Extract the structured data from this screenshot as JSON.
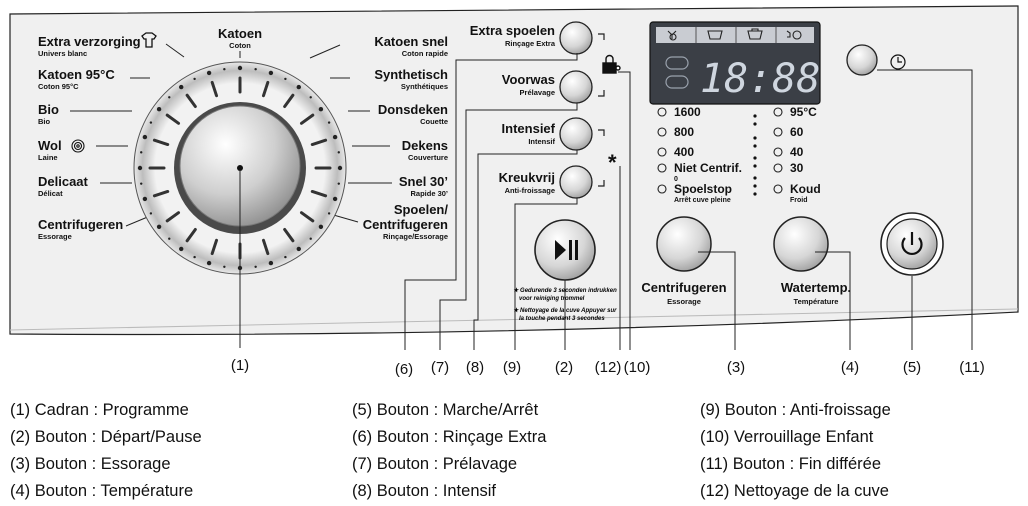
{
  "programs_left": [
    {
      "main": "Extra verzorging",
      "sub": "Univers blanc"
    },
    {
      "main": "Katoen 95°C",
      "sub": "Coton 95°C"
    },
    {
      "main": "Bio",
      "sub": "Bio"
    },
    {
      "main": "Wol",
      "sub": "Laine"
    },
    {
      "main": "Delicaat",
      "sub": "Délicat"
    },
    {
      "main": "Centrifugeren",
      "sub": "Essorage"
    }
  ],
  "program_top": {
    "main": "Katoen",
    "sub": "Coton"
  },
  "programs_right": [
    {
      "main": "Katoen snel",
      "sub": "Coton rapide"
    },
    {
      "main": "Synthetisch",
      "sub": "Synthétiques"
    },
    {
      "main": "Donsdeken",
      "sub": "Couette"
    },
    {
      "main": "Dekens",
      "sub": "Couverture"
    },
    {
      "main": "Snel 30’",
      "sub": "Rapide 30’"
    },
    {
      "main": "Spoelen/",
      "main2": "Centrifugeren",
      "sub": "Rinçage/Essorage"
    }
  ],
  "option_buttons": [
    {
      "main": "Extra spoelen",
      "sub": "Rinçage Extra"
    },
    {
      "main": "Voorwas",
      "sub": "Prélavage"
    },
    {
      "main": "Intensief",
      "sub": "Intensif"
    },
    {
      "main": "Kreukvrij",
      "sub": "Anti-froissage"
    }
  ],
  "display_digits": "18:88",
  "spin_options": [
    "1600",
    "800",
    "400",
    "Niet Centrif.",
    "Spoelstop"
  ],
  "spin_option_subs": [
    "",
    "",
    "",
    "0",
    "Arrêt cuve pleine"
  ],
  "temp_options": [
    "95°C",
    "60",
    "40",
    "30",
    "Koud"
  ],
  "temp_option_subs": [
    "",
    "",
    "",
    "",
    "Froid"
  ],
  "footnotes": [
    "★ Gedurende 3 seconden indrukken",
    "voor reiniging trommel",
    "★ Nettoyage de la cuve Appuyer sur",
    "la touche pendant 3 secondes"
  ],
  "spin_knob": {
    "main": "Centrifugeren",
    "sub": "Essorage"
  },
  "temp_knob": {
    "main": "Watertemp.",
    "sub": "Température"
  },
  "callouts": [
    "(1)",
    "(6)",
    "(7)",
    "(8)",
    "(9)",
    "(2)",
    "(12)",
    "(10)",
    "(3)",
    "(4)",
    "(5)",
    "(11)"
  ],
  "legend": [
    "(1) Cadran : Programme",
    "(2) Bouton : Départ/Pause",
    "(3) Bouton : Essorage",
    "(4) Bouton : Température",
    "(5) Bouton : Marche/Arrêt",
    "(6) Bouton : Rinçage Extra",
    "(7) Bouton : Prélavage",
    "(8) Bouton : Intensif",
    "(9) Bouton : Anti-froissage",
    "(10) Verrouillage Enfant",
    "(11) Bouton : Fin différée",
    "(12) Nettoyage de la cuve"
  ]
}
